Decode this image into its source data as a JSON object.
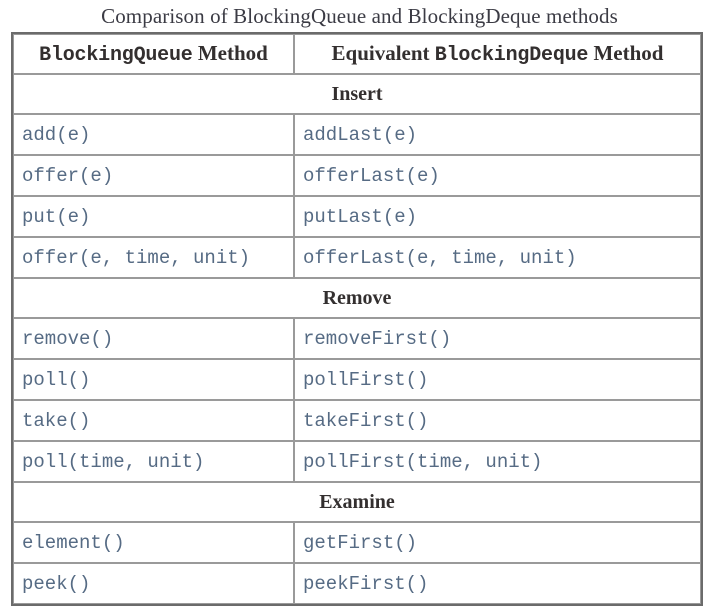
{
  "caption": "Comparison of BlockingQueue and BlockingDeque methods",
  "table": {
    "columns": [
      {
        "prefix": "",
        "mono": "BlockingQueue",
        "suffix": " Method",
        "full": "BlockingQueue Method"
      },
      {
        "prefix": "Equivalent ",
        "mono": "BlockingDeque",
        "suffix": " Method",
        "full": "Equivalent BlockingDeque Method"
      }
    ],
    "sections": [
      {
        "title": "Insert",
        "rows": [
          {
            "queue": "add(e)",
            "deque": "addLast(e)"
          },
          {
            "queue": "offer(e)",
            "deque": "offerLast(e)"
          },
          {
            "queue": "put(e)",
            "deque": "putLast(e)"
          },
          {
            "queue": "offer(e, time, unit)",
            "deque": "offerLast(e, time, unit)"
          }
        ]
      },
      {
        "title": "Remove",
        "rows": [
          {
            "queue": "remove()",
            "deque": "removeFirst()"
          },
          {
            "queue": "poll()",
            "deque": "pollFirst()"
          },
          {
            "queue": "take()",
            "deque": "takeFirst()"
          },
          {
            "queue": "poll(time, unit)",
            "deque": "pollFirst(time, unit)"
          }
        ]
      },
      {
        "title": "Examine",
        "rows": [
          {
            "queue": "element()",
            "deque": "getFirst()"
          },
          {
            "queue": "peek()",
            "deque": "peekFirst()"
          }
        ]
      }
    ]
  },
  "colors": {
    "caption_text": "#3b3b44",
    "header_text": "#332f2f",
    "code_text": "#566b84",
    "outer_border": "#6b6b6b",
    "cell_border": "#9a9a9a",
    "background": "#ffffff"
  }
}
